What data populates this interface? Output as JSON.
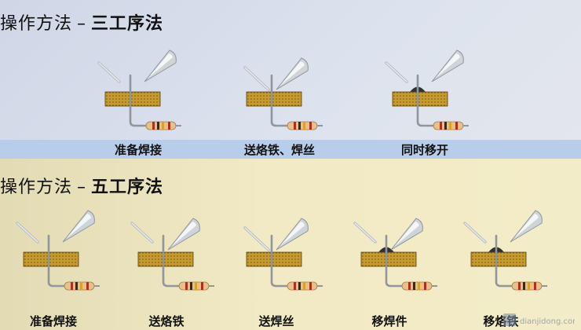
{
  "three_step": {
    "title_prefix": "操作方法",
    "title_suffix": "三工序法",
    "steps": [
      {
        "label": "准备焊接",
        "solder": "away",
        "iron": "away",
        "joint": false
      },
      {
        "label": "送烙铁、焊丝",
        "solder": "touch",
        "iron": "touch",
        "joint": false
      },
      {
        "label": "同时移开",
        "solder": "away",
        "iron": "away",
        "joint": true
      }
    ]
  },
  "five_step": {
    "title_prefix": "操作方法",
    "title_suffix": "五工序法",
    "steps": [
      {
        "label": "准备焊接",
        "solder": "away",
        "iron": "away",
        "joint": false
      },
      {
        "label": "送烙铁",
        "solder": "away",
        "iron": "touch",
        "joint": false
      },
      {
        "label": "送焊丝",
        "solder": "touch",
        "iron": "touch",
        "joint": false
      },
      {
        "label": "移焊件",
        "solder": "away",
        "iron": "touch",
        "joint": true
      },
      {
        "label": "移烙铁",
        "solder": "away",
        "iron": "away",
        "joint": true
      }
    ]
  },
  "colors": {
    "board": "#c59a2e",
    "board_dots": "#6b4a10",
    "lead": "#8f969c",
    "resistor": "#e7c08a",
    "iron": "#cfd4d8",
    "joint": "#2f3133"
  },
  "watermark": {
    "text": "dianjidong.com"
  }
}
